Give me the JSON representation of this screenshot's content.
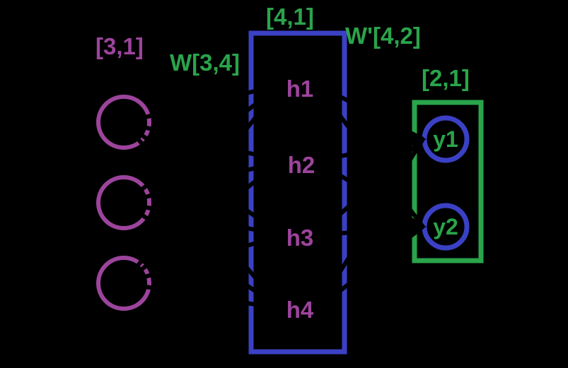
{
  "diagram_title": "neural-network-layer-diagram",
  "colors": {
    "purple": "#9c449c",
    "green": "#2aa44b",
    "blue": "#3b41c4",
    "background": "#000000"
  },
  "input_layer": {
    "shape_label": "[3,1]",
    "node_count": 3
  },
  "weights": {
    "w1_label": "W[3,4]",
    "w2_label": "W'[4,2]"
  },
  "hidden_layer": {
    "shape_label": "[4,1]",
    "units": [
      "h1",
      "h2",
      "h3",
      "h4"
    ]
  },
  "output_layer": {
    "shape_label": "[2,1]",
    "units": [
      "y1",
      "y2"
    ]
  }
}
